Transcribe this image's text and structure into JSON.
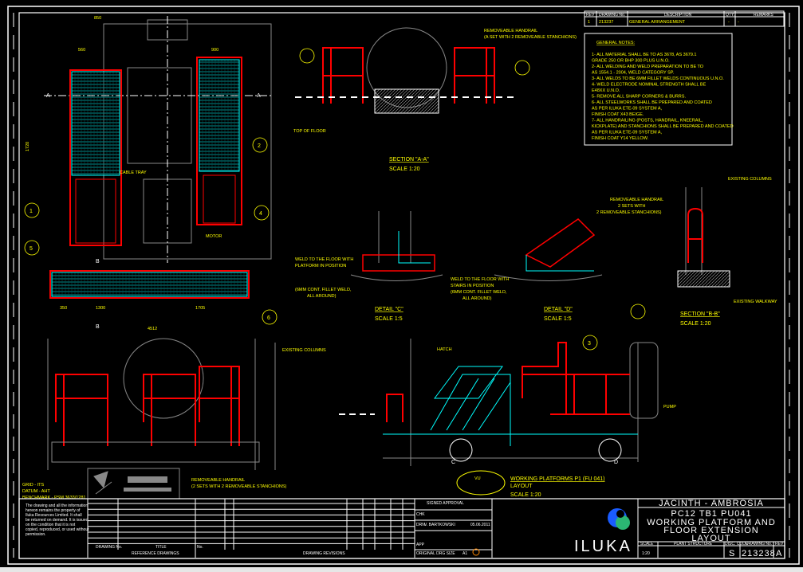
{
  "revision_table": {
    "headers": [
      "REV",
      "DRAWING No.",
      "DESCRIPTION",
      "QTY.",
      "REMARKS"
    ],
    "rows": [
      [
        "1",
        "213237",
        "GENERAL ARRANGEMENT",
        "-",
        "-"
      ]
    ]
  },
  "general_notes": {
    "title": "GENERAL NOTES:",
    "items": [
      "1- ALL MATERIAL SHALL BE TO AS 3678, AS 3679.1",
      "   GRADE 250 OR BHP 300 PLUS U.N.O.",
      "2- ALL WELDING AND WELD PREPARATION TO BE TO",
      "   AS 1554.1 - 2004, WELD CATEGORY SP.",
      "3- ALL WELDS TO BE 6MM FILLET WELDS CONTINUOUS U.N.O.",
      "4- WELD ELECTRODE NOMINAL STRENGTH SHALL BE",
      "   E48XX U.N.O.",
      "5- REMOVE ALL SHARP CORNERS & BURRS.",
      "6- ALL STEELWORKS SHALL BE PREPARED AND COATED",
      "   AS PER ILUKA ETE-09 SYSTEM A,",
      "   FINISH COAT X43 BEIGE.",
      "7- ALL HANDRAILING (POSTS, HANDRAIL, KNEERAIL,",
      "   KICKPLATE) AND STANCHIONS SHALL BE PREPARED AND COATED",
      "   AS PER ILUKA ETE-09 SYSTEM A,",
      "   FINISH COAT Y14 YELLOW."
    ]
  },
  "labels": {
    "removeable_handrail_a": "REMOVEABLE HANDRAIL",
    "removeable_handrail_a2": "(A SET WITH 2 REMOVEABLE STANCHIONS)",
    "section_aa": "SECTION \"A-A\"",
    "scale_120": "SCALE    1:20",
    "scale_15": "SCALE    1:5",
    "top_of_floor": "TOP OF FLOOR",
    "cable_tray": "CABLE TRAY",
    "motor": "MOTOR",
    "detail_c": "DETAIL \"C\"",
    "detail_d": "DETAIL \"D\"",
    "weld_platform": [
      "WELD TO THE FLOOR WITH",
      "PLATFORM IN POSITION",
      "(6MM CONT. FILLET WELD,",
      "ALL AROUND)"
    ],
    "weld_stairs": [
      "WELD TO THE FLOOR WITH",
      "STAIRS IN POSITION",
      "(6MM CONT. FILLET WELD,",
      "ALL AROUND)"
    ],
    "removeable_handrail_b": [
      "REMOVEABLE HANDRAIL",
      "2 SETS WITH",
      "2 REMOVEABLE STANCHIONS)"
    ],
    "existing_columns": "EXISTING COLUMNS",
    "existing_walkway": "EXISTING WALKWAY",
    "section_bb": "SECTION \"B-B\"",
    "hatch": "HATCH",
    "pump": "PUMP",
    "removeable_handrail_c": "REMOVEABLE HANDRAIL",
    "removeable_handrail_c2": "(2 SETS WITH 2 REMOVEABLE STANCHIONS)",
    "rl_grid": "GRID - ITS",
    "datum": "DATUM - AHT",
    "benchmark": "BENCHMARK - PSM 3633/1281",
    "layout_title": "WORKING PLATFORMS P1 (FU 041)",
    "layout_sub": "LAYOUT",
    "vu": "VU",
    "callouts": [
      "1",
      "2",
      "3",
      "4",
      "5",
      "6"
    ],
    "section_marks": [
      "A",
      "A",
      "B",
      "B",
      "C",
      "D"
    ],
    "dims": [
      "850",
      "560",
      "900",
      "1720",
      "1300",
      "1705",
      "350",
      "4512"
    ]
  },
  "title_block": {
    "project": "JACINTH - AMBROSIA",
    "line1": "PC12 TB1 PU041",
    "line2": "WORKING PLATFORM AND",
    "line3": "FLOOR EXTENSION",
    "line4": "LAYOUT",
    "logo": "ILUKA",
    "scale_label": "SCALE",
    "scale": "1:20",
    "plant_structure_label": "PLANT STRUCTURE",
    "disc_label": "DISC. CODE",
    "drawing_no_label": "DRAWING No.",
    "rev_label": "REV",
    "disc": "S",
    "drawing_no": "213238",
    "rev": "A",
    "signed_approval": "SIGNED APPROVAL",
    "chk": "CHK",
    "drn": "DRN",
    "drn_name": "V. BARTKOWSKI",
    "drn_date": "05.06.2011",
    "app": "APP",
    "original_size": "ORIGINAL DRG SIZE",
    "size": "A1",
    "reference_drawings": "REFERENCE DRAWINGS",
    "drawing_revisions": "DRAWING REVISIONS",
    "drawing_no_col": "DRAWING No.",
    "title_col": "TITLE",
    "no_col": "No.",
    "disclaimer": [
      "The drawing and all the information",
      "hereon remains the property of",
      "Iluka Resources Limited. It shall",
      "be returned on demand. It is issued",
      "on the condition that it is not",
      "copied, reproduced, or used without",
      "permission."
    ]
  },
  "colors": {
    "background": "#000000",
    "platform": "#00ffff",
    "handrail": "#ff0000",
    "text": "#ffff00",
    "outline": "#ffffff",
    "existing": "#808080",
    "logo_blue": "#1a5cff",
    "logo_green": "#2bb673"
  }
}
